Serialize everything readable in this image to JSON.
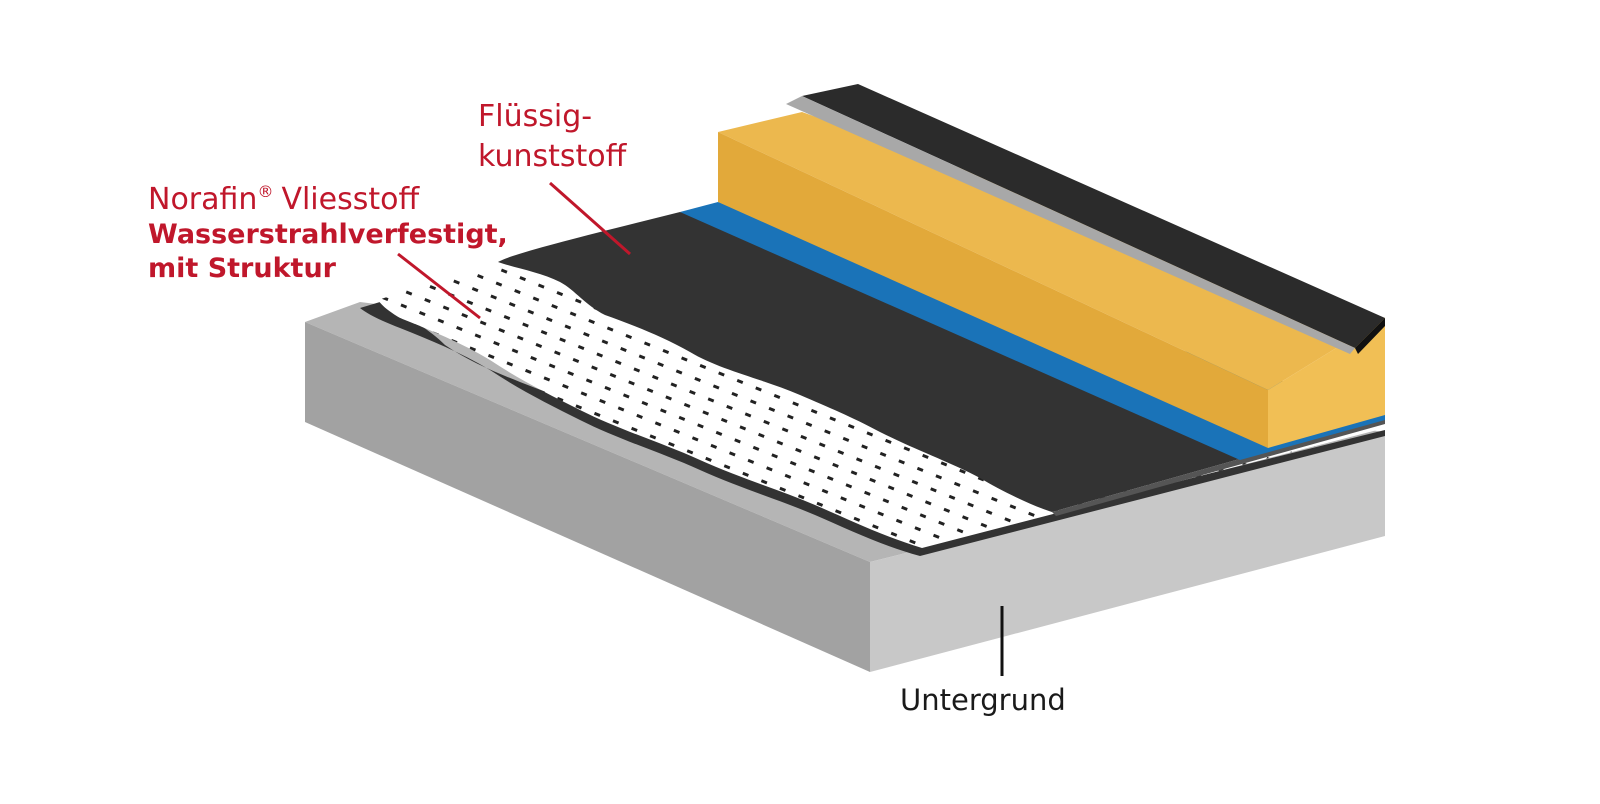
{
  "labels": {
    "fluessig": {
      "line1": "Flüssig-",
      "line2": "kunststoff"
    },
    "norafin": {
      "brand": "Norafin",
      "registered": "®",
      "product": "Vliesstoff",
      "sub1": "Wasserstrahlverfestigt,",
      "sub2": "mit Struktur"
    },
    "untergrund": "Untergrund"
  },
  "colors": {
    "label_accent": "#c0172b",
    "substrate": "#c8c8c8",
    "membrane": "#333333",
    "fleece": "#ffffff",
    "blue_layer": "#1a73b8",
    "insulation": "#e2a93a",
    "top_membrane": "#222222"
  }
}
